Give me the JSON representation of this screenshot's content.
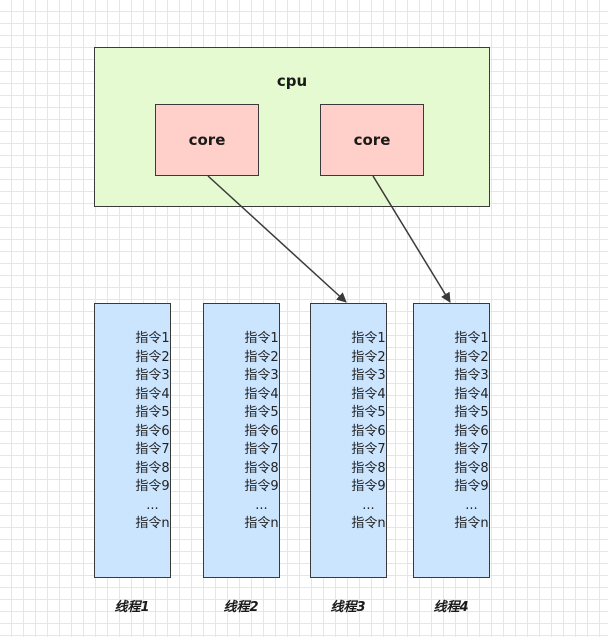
{
  "cpu": {
    "label": "cpu",
    "cores": [
      {
        "label": "core",
        "target_thread": 2
      },
      {
        "label": "core",
        "target_thread": 3
      }
    ]
  },
  "threads": [
    {
      "label": "线程1",
      "instructions": [
        "指令1",
        "指令2",
        "指令3",
        "指令4",
        "指令5",
        "指令6",
        "指令7",
        "指令8",
        "指令9",
        "...",
        "指令n"
      ]
    },
    {
      "label": "线程2",
      "instructions": [
        "指令1",
        "指令2",
        "指令3",
        "指令4",
        "指令5",
        "指令6",
        "指令7",
        "指令8",
        "指令9",
        "...",
        "指令n"
      ]
    },
    {
      "label": "线程3",
      "instructions": [
        "指令1",
        "指令2",
        "指令3",
        "指令4",
        "指令5",
        "指令6",
        "指令7",
        "指令8",
        "指令9",
        "...",
        "指令n"
      ]
    },
    {
      "label": "线程4",
      "instructions": [
        "指令1",
        "指令2",
        "指令3",
        "指令4",
        "指令5",
        "指令6",
        "指令7",
        "指令8",
        "指令9",
        "...",
        "指令n"
      ]
    }
  ],
  "colors": {
    "cpu_fill": "#e6fad2",
    "core_fill": "#ffcfc9",
    "thread_fill": "#cce5ff",
    "stroke": "#3a3a3a",
    "arrow": "#3a3a3a"
  }
}
